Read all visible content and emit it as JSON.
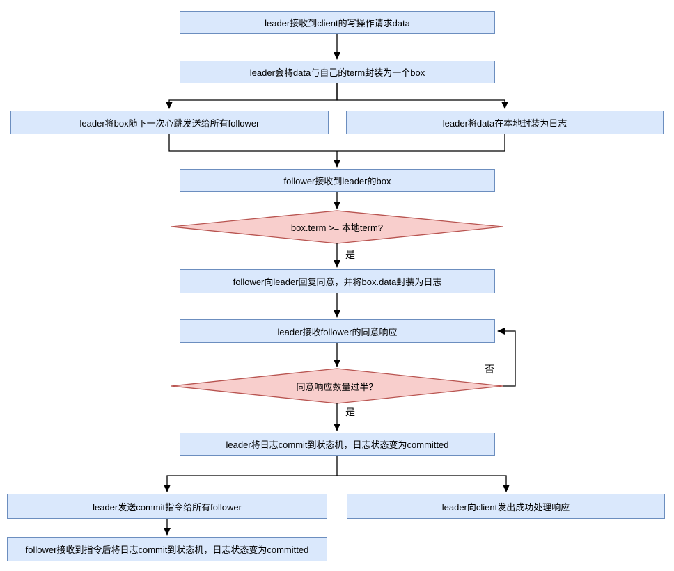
{
  "diagram": {
    "title": "raft-log-replication-flowchart",
    "nodes": {
      "n1": {
        "label": "leader接收到client的写操作请求data"
      },
      "n2": {
        "label": "leader会将data与自己的term封装为一个box"
      },
      "n3a": {
        "label": "leader将box随下一次心跳发送给所有follower"
      },
      "n3b": {
        "label": "leader将data在本地封装为日志"
      },
      "n4": {
        "label": "follower接收到leader的box"
      },
      "d1": {
        "label": "box.term >= 本地term?"
      },
      "n5": {
        "label": "follower向leader回复同意，并将box.data封装为日志"
      },
      "n6": {
        "label": "leader接收follower的同意响应"
      },
      "d2": {
        "label": "同意响应数量过半？"
      },
      "n7": {
        "label": "leader将日志commit到状态机，日志状态变为committed"
      },
      "n8a": {
        "label": "leader发送commit指令给所有follower"
      },
      "n8b": {
        "label": "leader向client发出成功处理响应"
      },
      "n9": {
        "label": "follower接收到指令后将日志commit到状态机，日志状态变为committed"
      }
    },
    "edge_labels": {
      "yes1": "是",
      "yes2": "是",
      "no": "否"
    },
    "colors": {
      "process_fill": "#dae8fc",
      "process_stroke": "#6c8ebf",
      "decision_fill": "#f8cecc",
      "decision_stroke": "#b85450",
      "line": "#000000"
    }
  }
}
